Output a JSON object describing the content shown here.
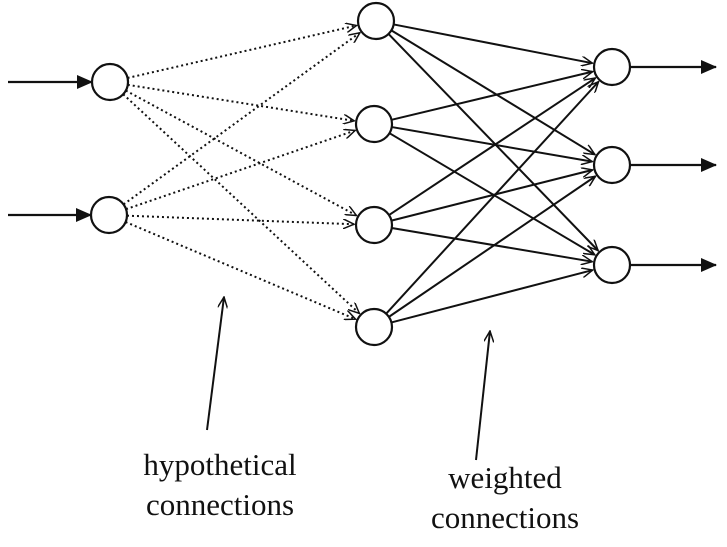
{
  "labels": {
    "hypothetical": [
      "hypothetical",
      "connections"
    ],
    "weighted": [
      "weighted",
      "connections"
    ]
  },
  "layers": {
    "input": 2,
    "hidden": 4,
    "output": 3
  },
  "edges": {
    "input_to_hidden": "dotted",
    "hidden_to_output": "solid"
  },
  "colors": {
    "ink": "#111111",
    "background": "#ffffff"
  }
}
